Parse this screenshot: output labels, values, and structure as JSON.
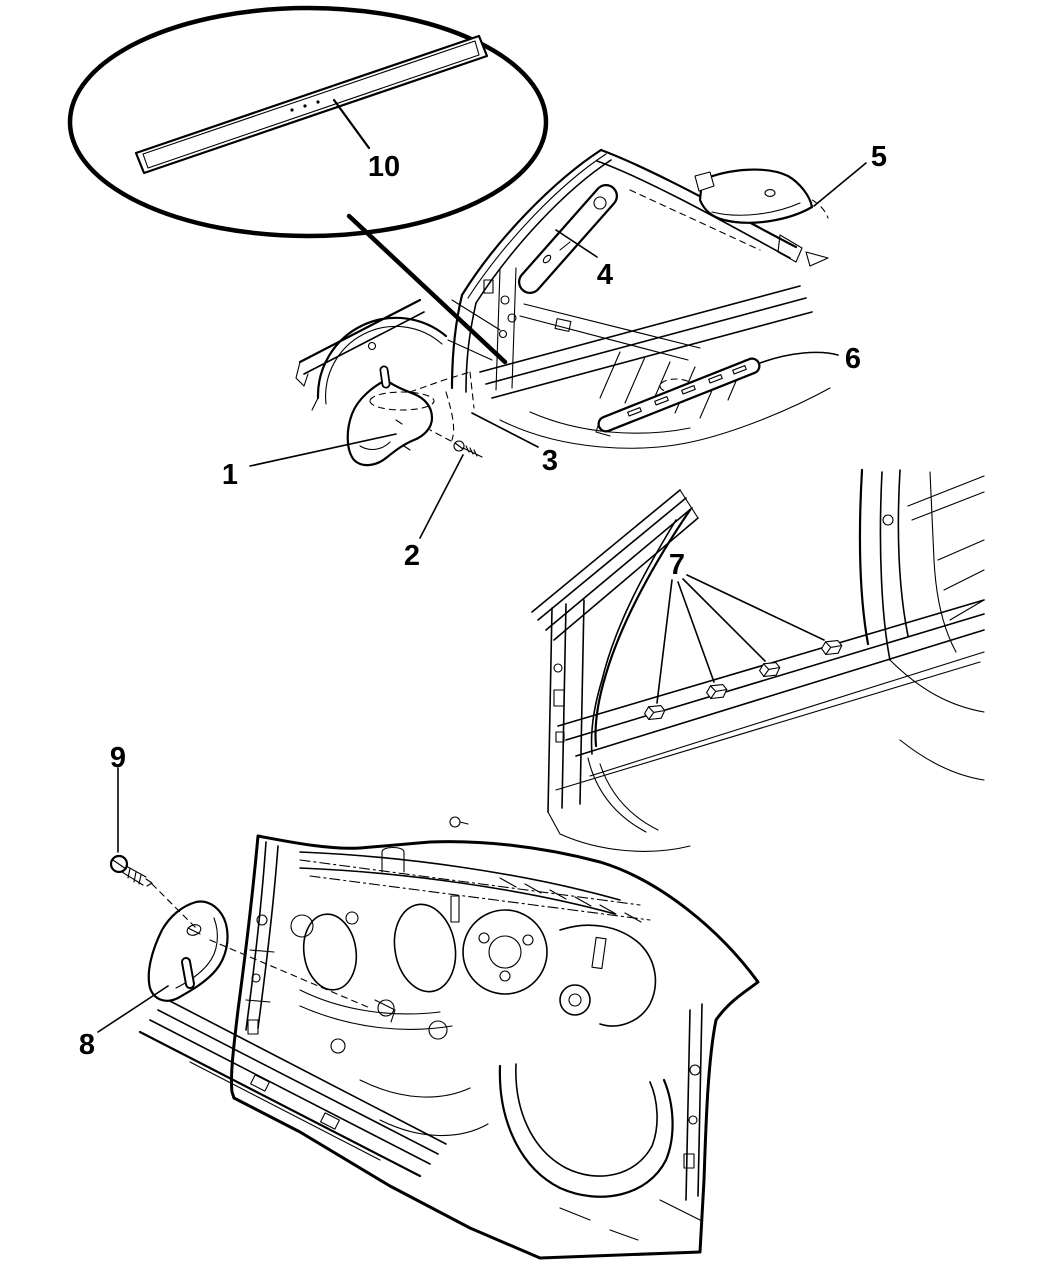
{
  "diagram": {
    "type": "exploded-parts-line-art",
    "background_color": "#ffffff",
    "line_color": "#000000",
    "callouts": [
      {
        "label": "1"
      },
      {
        "label": "2"
      },
      {
        "label": "3"
      },
      {
        "label": "4"
      },
      {
        "label": "5"
      },
      {
        "label": "6"
      },
      {
        "label": "7"
      },
      {
        "label": "8"
      },
      {
        "label": "9"
      },
      {
        "label": "10"
      }
    ]
  }
}
